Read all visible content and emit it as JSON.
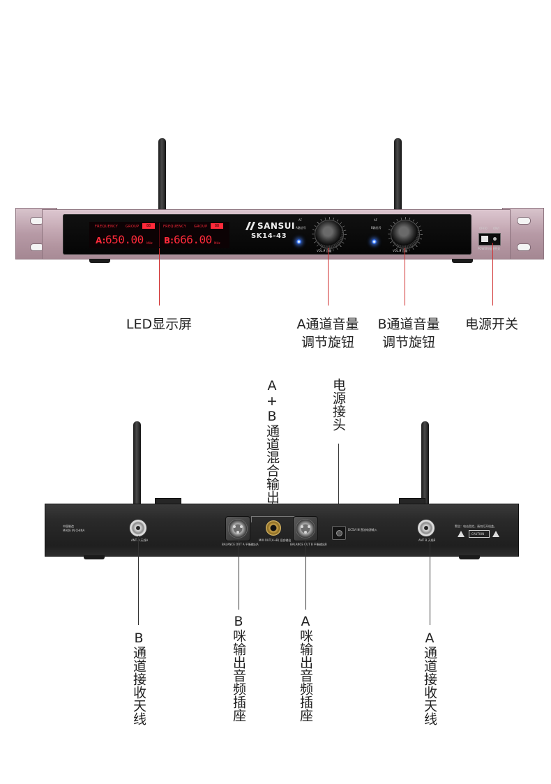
{
  "front_unit": {
    "brand": "SANSUI",
    "model": "SK14-43",
    "lcd_a": {
      "header_frequency": "FREQUENCY",
      "header_group": "GROUP",
      "group_value": "88",
      "channel": "A:",
      "frequency": "650.00",
      "unit": "MHz"
    },
    "lcd_b": {
      "header_frequency": "FREQUENCY",
      "header_group": "GROUP",
      "group_value": "88",
      "channel": "B:",
      "frequency": "666.00",
      "unit": "MHz"
    },
    "af_label": "AF",
    "rf_a_label": "A路信号",
    "rf_b_label": "B路信号",
    "vol_a_label": "VOL.A 音量",
    "vol_b_label": "VOL.B 音量",
    "power_label": "POWER/电源开关",
    "on_label": "ON/I",
    "off_label": "OFF/0"
  },
  "front_callouts": {
    "led_display": "LED显示屏",
    "knob_a_line1": "A通道音量",
    "knob_a_line2": "调节旋钮",
    "knob_b_line1": "B通道音量",
    "knob_b_line2": "调节旋钮",
    "power_switch": "电源开关"
  },
  "rear_unit": {
    "made_in_cn": "中国制造",
    "made_in": "MADE IN CHINA",
    "ant_a": "ANT A 天线A",
    "ant_b": "ANT B 天线B",
    "balance_out_a": "BALANCE OUT A 平衡输出A",
    "balance_out_b": "BALANCE OUT B 平衡输出B",
    "mix_out": "MIX OUT(A+B) 混合输出",
    "dc_in": "DC5V IN 直流电源输入",
    "warning": "警告：电击危险，请勿打开机盖。",
    "caution": "CAUTION"
  },
  "rear_callouts": {
    "mix_output": "A+B通道混合输出",
    "power_connector": "电源接头",
    "ant_b_receive": "B通道接收天线",
    "mic_b_out": "B咪输出音频插座",
    "mic_a_out": "A咪输出音频插座",
    "ant_a_receive": "A通道接收天线"
  },
  "colors": {
    "callout_line_front": "#d03030",
    "callout_line_rear": "#333333",
    "lcd_text": "#ff2a3a",
    "chassis_front": "#c5a9b4",
    "chassis_rear": "#2a2a2a",
    "led": "#3b7dff"
  }
}
